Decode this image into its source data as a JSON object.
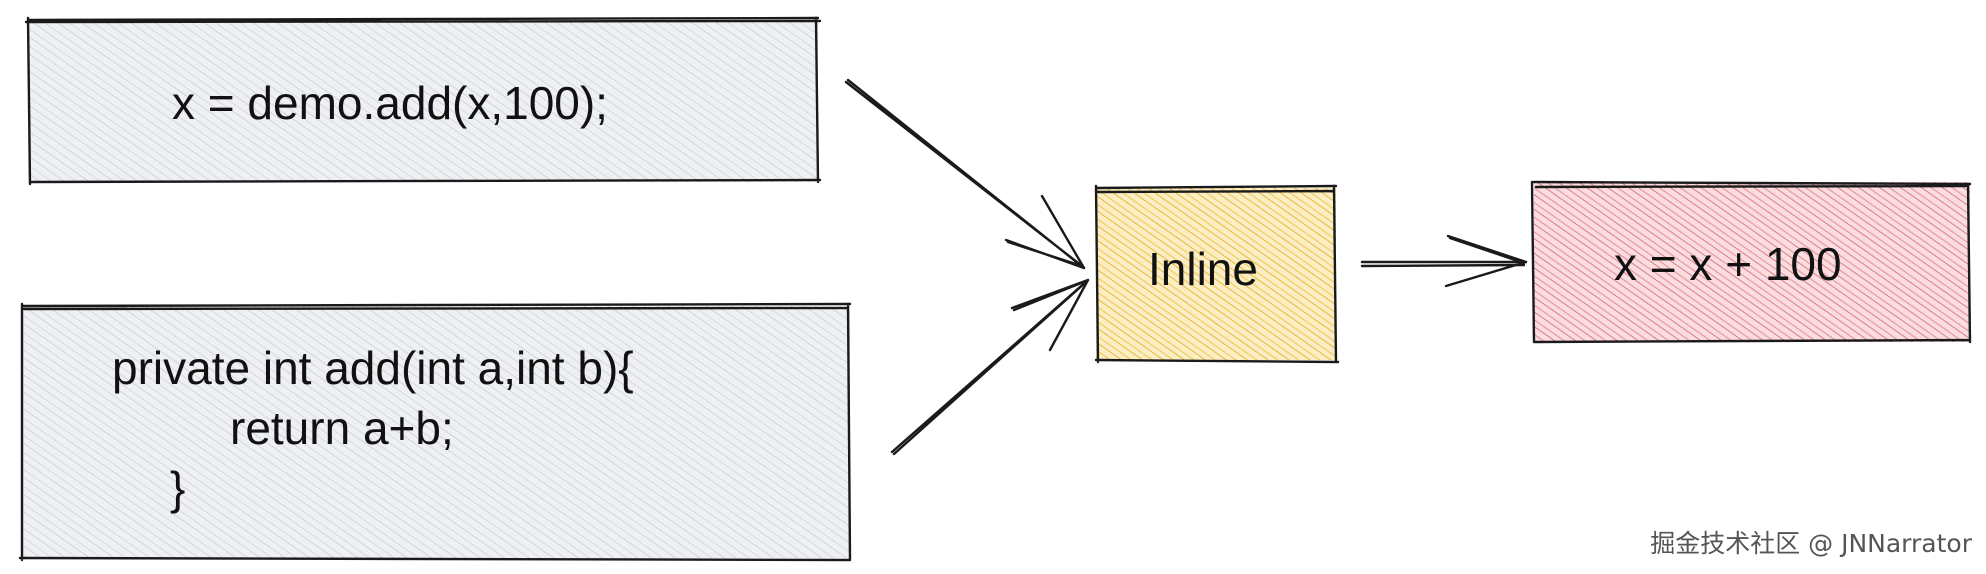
{
  "nodes": {
    "call_box": {
      "text": "x = demo.add(x,100);",
      "fill": "#e9ecef"
    },
    "method_box": {
      "lines": [
        "private int add(int a,int b){",
        "return a+b;",
        "}"
      ],
      "fill": "#e9ecef"
    },
    "inline_box": {
      "text": "Inline",
      "fill": "#f5d36b"
    },
    "result_box": {
      "text": "x = x + 100",
      "fill": "#f0a3a8"
    }
  },
  "edges": [
    {
      "from": "call_box",
      "to": "inline_box"
    },
    {
      "from": "method_box",
      "to": "inline_box"
    },
    {
      "from": "inline_box",
      "to": "result_box"
    }
  ],
  "watermark": "掘金技术社区 @ JNNarrator",
  "colors": {
    "stroke": "#1a1a1a",
    "gray_hatch": "#c9ced4",
    "yellow_hatch": "#e8b83a",
    "red_hatch": "#df7b83"
  }
}
